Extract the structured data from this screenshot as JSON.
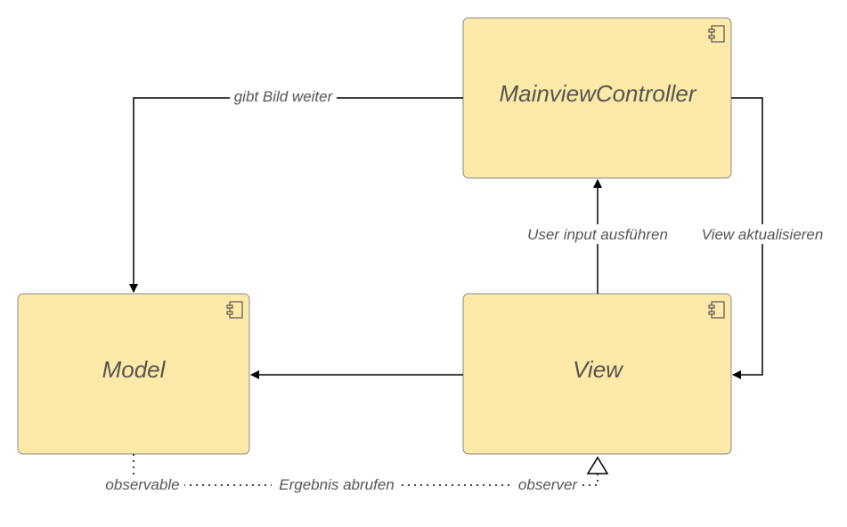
{
  "components": {
    "controller": {
      "title": "MainviewController",
      "icon": "component-icon"
    },
    "model": {
      "title": "Model",
      "icon": "component-icon"
    },
    "view": {
      "title": "View",
      "icon": "component-icon"
    }
  },
  "edges": {
    "controller_to_model": "gibt Bild weiter",
    "view_to_controller": "User input ausführen",
    "controller_to_view": "View aktualisieren",
    "observer_left": "observable",
    "observer_mid": "Ergebnis abrufen",
    "observer_right": "observer"
  },
  "colors": {
    "box_fill": "#fdeaa8",
    "box_stroke": "#888888",
    "line": "#000000",
    "text": "#555555"
  }
}
